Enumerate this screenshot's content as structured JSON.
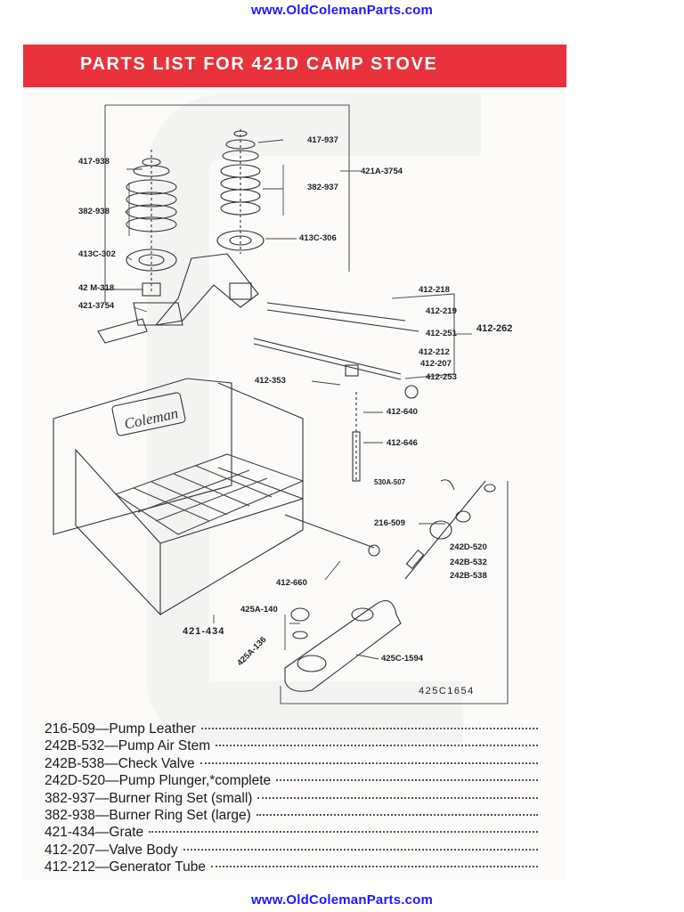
{
  "site": {
    "top_url": "www.OldColemanParts.com",
    "bottom_url": "www.OldColemanParts.com"
  },
  "banner": {
    "title": "PARTS LIST FOR 421D CAMP STOVE",
    "color": "#e8323b"
  },
  "diagram": {
    "brand_text": "Coleman",
    "labels": [
      "417-938",
      "382-938",
      "413C-302",
      "42 M-318",
      "421-3754",
      "417-937",
      "421A-3754",
      "382-937",
      "413C-306",
      "412-218",
      "412-219",
      "412-262",
      "412-251",
      "412-212",
      "412-207",
      "412-353",
      "412-253",
      "412-640",
      "412-646",
      "530A-507",
      "216-509",
      "242D-520",
      "242B-532",
      "242B-538",
      "412-660",
      "425A-140",
      "421-434",
      "425A-136",
      "425C-1594",
      "425C1654"
    ]
  },
  "parts": [
    {
      "number": "216-509",
      "name": "Pump Leather"
    },
    {
      "number": "242B-532",
      "name": "Pump Air Stem"
    },
    {
      "number": "242B-538",
      "name": "Check Valve"
    },
    {
      "number": "242D-520",
      "name": "Pump Plunger,*complete"
    },
    {
      "number": "382-937",
      "name": "Burner Ring Set (small)"
    },
    {
      "number": "382-938",
      "name": "Burner Ring Set (large)"
    },
    {
      "number": "421-434",
      "name": "Grate"
    },
    {
      "number": "412-207",
      "name": "Valve Body"
    },
    {
      "number": "412-212",
      "name": "Generator Tube"
    }
  ]
}
